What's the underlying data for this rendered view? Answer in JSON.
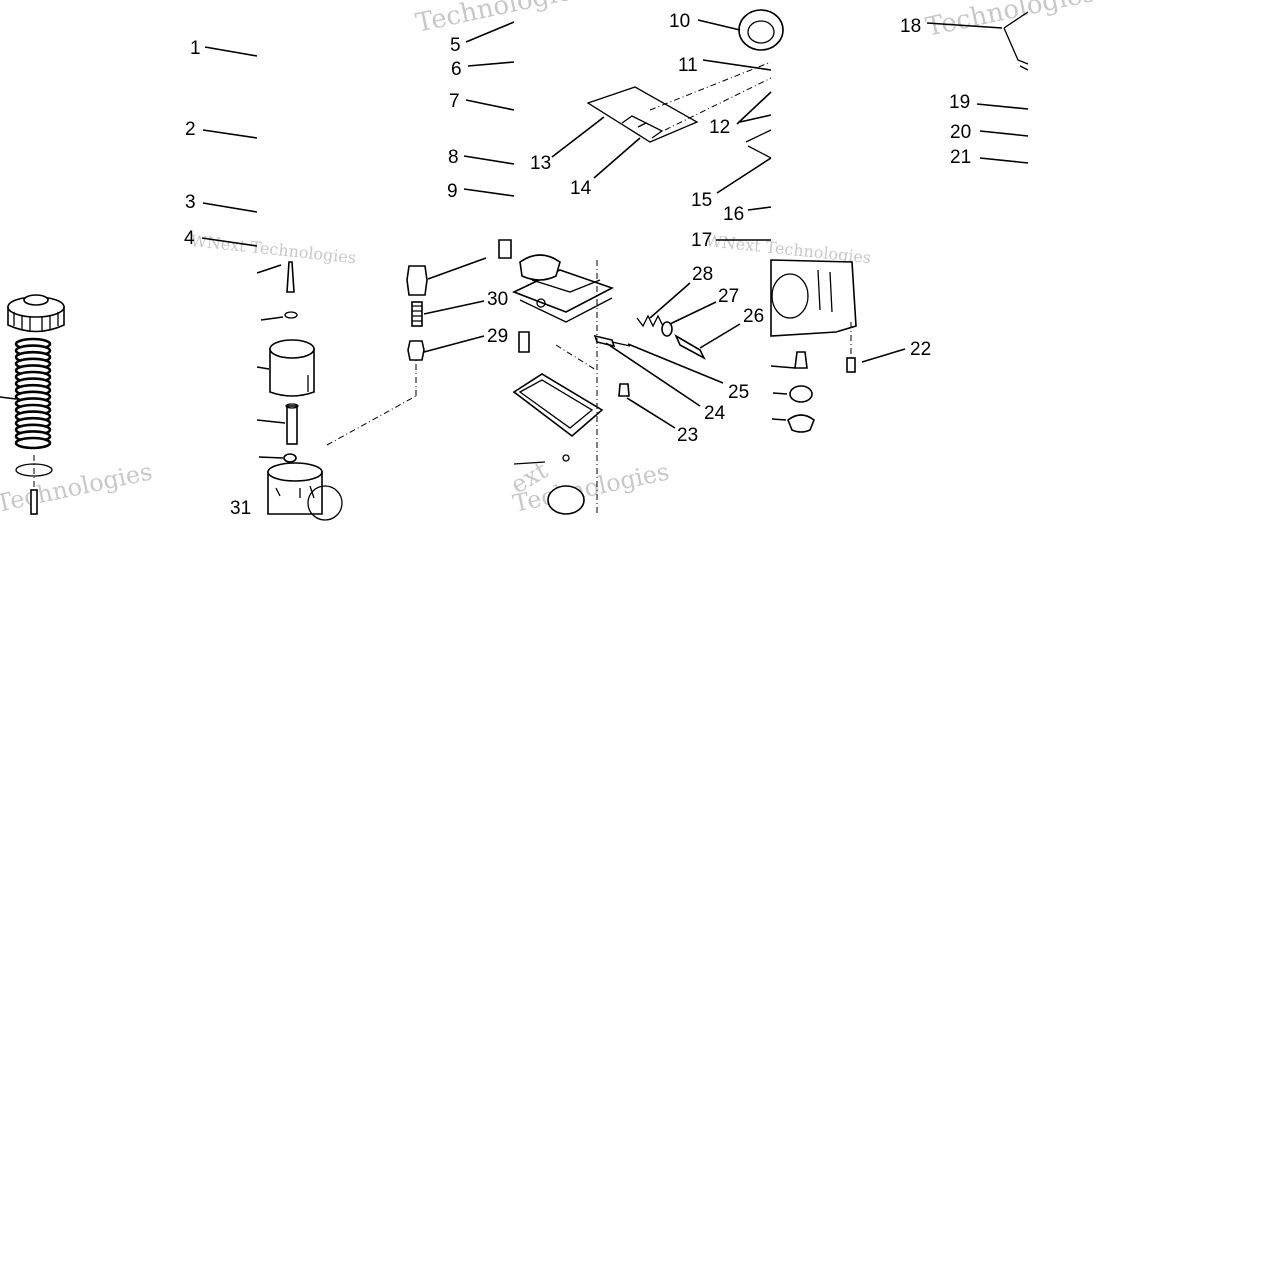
{
  "callouts": [
    "1",
    "2",
    "3",
    "4",
    "5",
    "6",
    "7",
    "8",
    "9",
    "10",
    "11",
    "12",
    "13",
    "14",
    "15",
    "16",
    "17",
    "18",
    "19",
    "20",
    "21",
    "22",
    "23",
    "24",
    "25",
    "26",
    "27",
    "28",
    "29",
    "30",
    "31"
  ],
  "watermark": {
    "line1": "Technologies",
    "line2": "WNext Technologies",
    "short": "ext"
  }
}
